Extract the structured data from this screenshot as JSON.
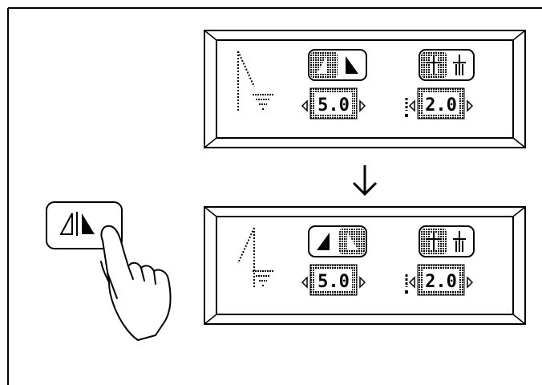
{
  "panels": [
    {
      "id": "before",
      "stitch_width": "5.0",
      "stitch_length": "2.0",
      "mirror_active": "left"
    },
    {
      "id": "after",
      "stitch_width": "5.0",
      "stitch_length": "2.0",
      "mirror_active": "right"
    }
  ],
  "transition": "down-arrow",
  "button": {
    "icon": "mirror-image-icon"
  },
  "colors": {
    "ink": "#000000",
    "screen": "#ffffff",
    "lcd_fill": "#1a1a1a"
  }
}
